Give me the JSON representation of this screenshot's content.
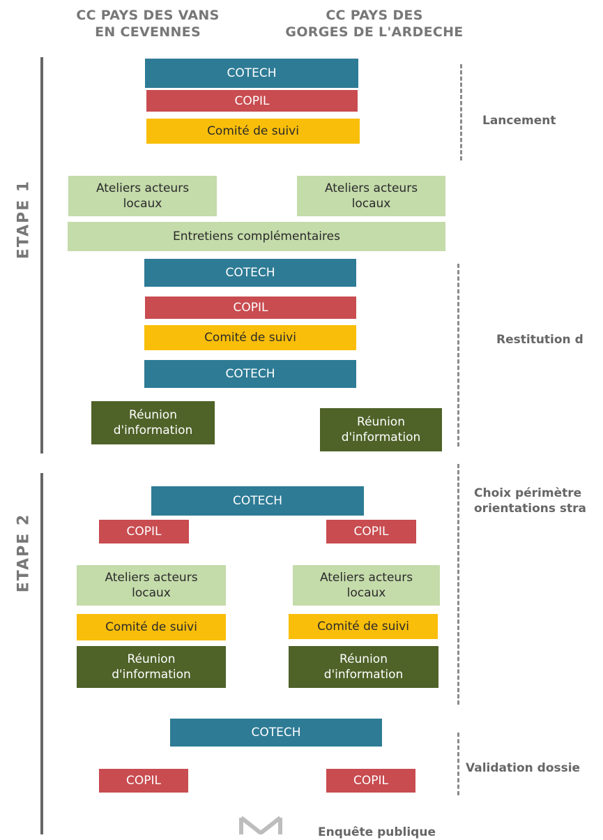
{
  "columns": {
    "left": "CC PAYS DES VANS\nEN CEVENNES",
    "right": "CC PAYS DES\nGORGES DE L'ARDECHE"
  },
  "stages": [
    "ETAPE 1",
    "ETAPE 2"
  ],
  "phases": {
    "lancement": "Lancement",
    "restitution": "Restitution d",
    "choix": "Choix périmètre\norientations stra",
    "validation": "Validation dossie",
    "enquete": "Enquête publique"
  },
  "labels": {
    "cotech": "COTECH",
    "copil": "COPIL",
    "suivi": "Comité de suivi",
    "ateliers": "Ateliers acteurs\nlocaux",
    "entretiens": "Entretiens complémentaires",
    "reunion": "Réunion\nd'information"
  },
  "colors": {
    "cotech": "#2E7B95",
    "copil": "#C84C50",
    "suivi": "#F9BE0A",
    "ateliers": "#C4DBAA",
    "reunion": "#4F6228"
  }
}
